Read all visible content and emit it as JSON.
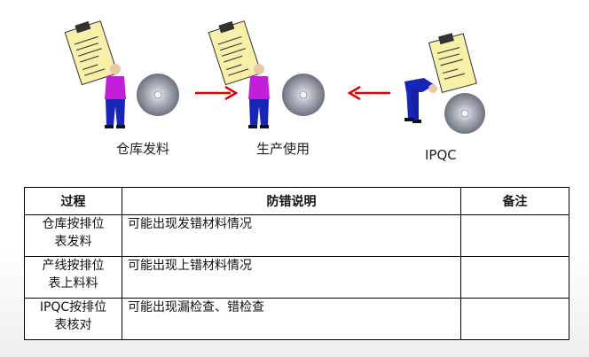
{
  "flow": {
    "steps": [
      {
        "label": "仓库发料"
      },
      {
        "label": "生产使用"
      },
      {
        "label": "IPQC"
      }
    ],
    "arrow_color": "#e00000"
  },
  "table": {
    "headers": [
      "过程",
      "防错说明",
      "备注"
    ],
    "rows": [
      {
        "process_line1": "仓库按排位",
        "process_line2": "表发料",
        "desc": "可能出现发错材料情况",
        "note": ""
      },
      {
        "process_line1": "产线按排位",
        "process_line2": "表上料料",
        "desc": "可能出现上错材料情况",
        "note": ""
      },
      {
        "process_line1": "IPQC按排位",
        "process_line2": "表核对",
        "desc": "可能出现漏检查、错检查",
        "note": ""
      }
    ]
  }
}
